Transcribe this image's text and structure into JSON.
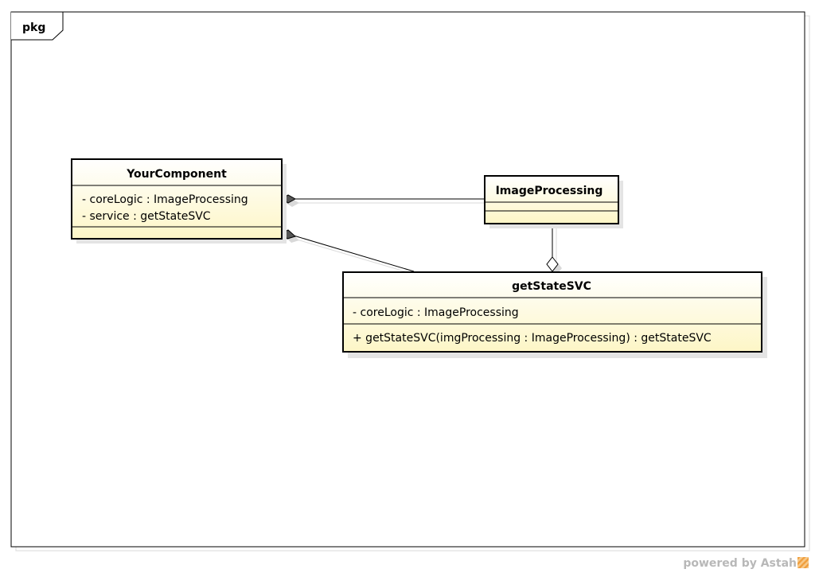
{
  "frame": {
    "label": "pkg"
  },
  "classes": {
    "your_component": {
      "name": "YourComponent",
      "attributes": [
        "- coreLogic : ImageProcessing",
        "- service : getStateSVC"
      ],
      "operations": []
    },
    "image_processing": {
      "name": "ImageProcessing",
      "attributes": [],
      "operations": []
    },
    "get_state_svc": {
      "name": "getStateSVC",
      "attributes": [
        "- coreLogic : ImageProcessing"
      ],
      "operations": [
        "+ getStateSVC(imgProcessing : ImageProcessing) : getStateSVC"
      ]
    }
  },
  "relations": [
    {
      "from": "your_component",
      "to": "image_processing",
      "kind": "composition"
    },
    {
      "from": "your_component",
      "to": "get_state_svc",
      "kind": "composition"
    },
    {
      "from": "get_state_svc",
      "to": "image_processing",
      "kind": "aggregation"
    }
  ],
  "watermark": {
    "text": "powered by Astah"
  },
  "colors": {
    "class_fill_top": "#ffffe6",
    "class_fill_bottom": "#fdf8cf",
    "border": "#000000",
    "shadow": "#e4e4e4",
    "watermark": "#b8b8b8"
  }
}
